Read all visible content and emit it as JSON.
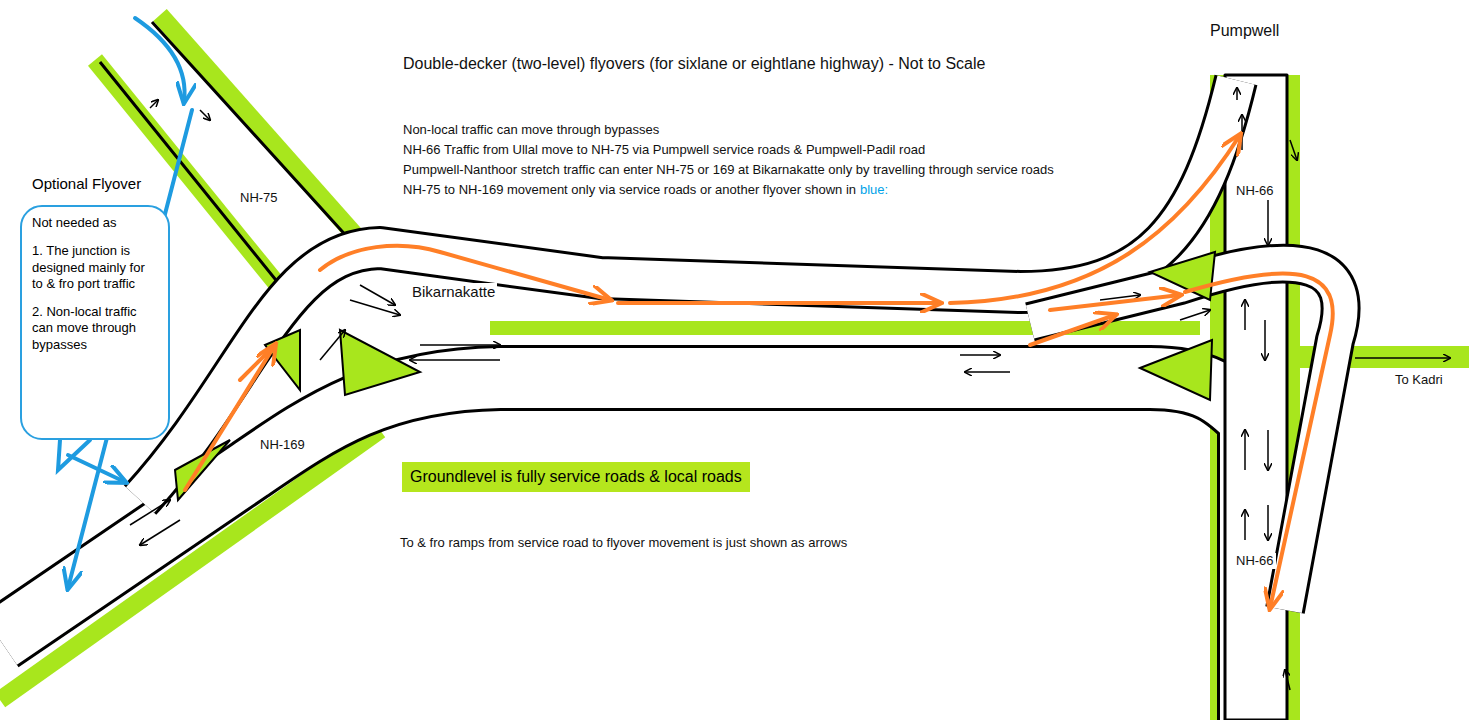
{
  "diagram": {
    "title": "Double-decker (two-level) flyovers (for sixlane or eightlane highway) - Not to Scale",
    "nodes": [
      {
        "text": [
          "Optional Flyover",
          "Not needed as",
          "1. The junction is designed mainly for to & fro port traffic",
          "2. Non-local traffic can move through bypasses"
        ]
      },
      {
        "text": [
          "Groundlevel is fully service roads & local roads"
        ]
      }
    ],
    "labels": [
      "Pumpwell",
      "Non-local traffic can move through bypasses",
      "NH-66 Traffic from Ullal move to NH-75 via Pumpwell service roads & Pumpwell-Padil road",
      "Pumpwell-Nanthoor stretch traffic can enter NH-75 or 169 at Bikarnakatte only by travelling through service roads",
      "NH-75 to NH-169 movement only via service roads or another flyover shown in",
      "blue:",
      "NH-75",
      "Bikarnakatte",
      "NH-169",
      "NH-66",
      "NH-66",
      "To Kadri",
      "To & fro ramps from service road to flyover movement is just shown as arrows"
    ]
  }
}
